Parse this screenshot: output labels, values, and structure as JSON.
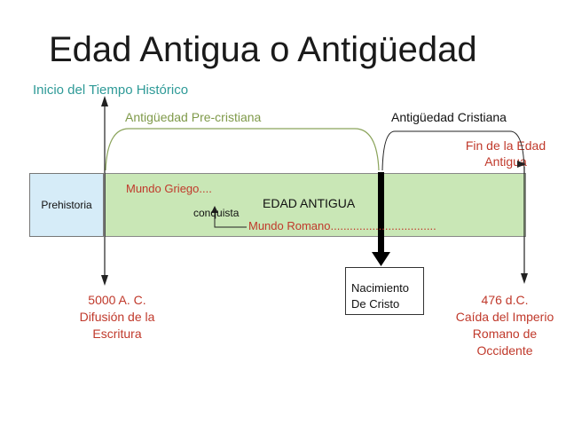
{
  "title": "Edad Antigua o Antigüedad",
  "inicio_label": "Inicio del Tiempo Histórico",
  "precristiana_label": "Antigüedad Pre-cristiana",
  "cristiana_label": "Antigüedad Cristiana",
  "fin_label_line1": "Fin de la Edad",
  "fin_label_line2": "Antigua",
  "prehistoria_label": "Prehistoria",
  "mundo_griego_label": "Mundo Griego....",
  "edad_antigua_label": "EDAD ANTIGUA",
  "conquista_label": "conquista",
  "mundo_romano_label": "Mundo Romano.................................",
  "nacimiento_line1": "Nacimiento",
  "nacimiento_line2": "De Cristo",
  "start_line1": "5000 A. C.",
  "start_line2": "Difusión de la",
  "start_line3": "Escritura",
  "end_line1": "476 d.C.",
  "end_line2": "Caída del Imperio",
  "end_line3": "Romano de",
  "end_line4": "Occidente",
  "colors": {
    "band": "#c9e7b6",
    "prehistoria_box": "#d6ecf8",
    "accent_teal": "#2e9a97",
    "accent_olive": "#7f9a4a",
    "accent_red": "#c0392b"
  }
}
